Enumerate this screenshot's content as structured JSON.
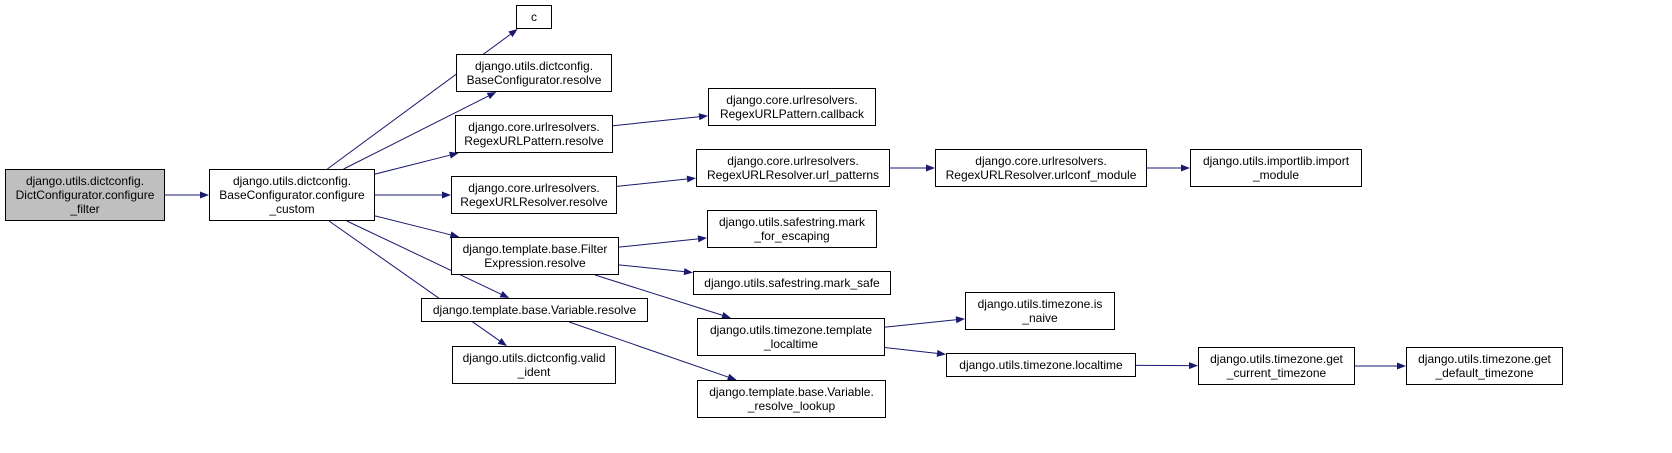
{
  "colors": {
    "edge": "#191970",
    "root_fill": "#bfbfbf",
    "node_fill": "#ffffff",
    "node_border": "#000000"
  },
  "nodes": [
    {
      "id": "configure_filter",
      "label": "django.utils.dictconfig.\nDictConfigurator.configure\n_filter",
      "root": true
    },
    {
      "id": "configure_custom",
      "label": "django.utils.dictconfig.\nBaseConfigurator.configure\n_custom"
    },
    {
      "id": "c",
      "label": "c"
    },
    {
      "id": "base_resolve",
      "label": "django.utils.dictconfig.\nBaseConfigurator.resolve"
    },
    {
      "id": "pattern_resolve",
      "label": "django.core.urlresolvers.\nRegexURLPattern.resolve"
    },
    {
      "id": "pattern_callback",
      "label": "django.core.urlresolvers.\nRegexURLPattern.callback"
    },
    {
      "id": "resolver_resolve",
      "label": "django.core.urlresolvers.\nRegexURLResolver.resolve"
    },
    {
      "id": "url_patterns",
      "label": "django.core.urlresolvers.\nRegexURLResolver.url_patterns"
    },
    {
      "id": "urlconf_module",
      "label": "django.core.urlresolvers.\nRegexURLResolver.urlconf_module"
    },
    {
      "id": "import_module",
      "label": "django.utils.importlib.import\n_module"
    },
    {
      "id": "filter_resolve",
      "label": "django.template.base.Filter\nExpression.resolve"
    },
    {
      "id": "mark_for_escaping",
      "label": "django.utils.safestring.mark\n_for_escaping"
    },
    {
      "id": "mark_safe",
      "label": "django.utils.safestring.mark_safe"
    },
    {
      "id": "variable_resolve",
      "label": "django.template.base.Variable.resolve"
    },
    {
      "id": "template_localtime",
      "label": "django.utils.timezone.template\n_localtime"
    },
    {
      "id": "is_naive",
      "label": "django.utils.timezone.is\n_naive"
    },
    {
      "id": "localtime",
      "label": "django.utils.timezone.localtime"
    },
    {
      "id": "get_current_timezone",
      "label": "django.utils.timezone.get\n_current_timezone"
    },
    {
      "id": "get_default_timezone",
      "label": "django.utils.timezone.get\n_default_timezone"
    },
    {
      "id": "valid_ident",
      "label": "django.utils.dictconfig.valid\n_ident"
    },
    {
      "id": "resolve_lookup",
      "label": "django.template.base.Variable.\n_resolve_lookup"
    }
  ],
  "edges": [
    [
      "configure_filter",
      "configure_custom"
    ],
    [
      "configure_custom",
      "c"
    ],
    [
      "configure_custom",
      "base_resolve"
    ],
    [
      "configure_custom",
      "pattern_resolve"
    ],
    [
      "configure_custom",
      "resolver_resolve"
    ],
    [
      "configure_custom",
      "filter_resolve"
    ],
    [
      "configure_custom",
      "variable_resolve"
    ],
    [
      "configure_custom",
      "valid_ident"
    ],
    [
      "pattern_resolve",
      "pattern_callback"
    ],
    [
      "resolver_resolve",
      "url_patterns"
    ],
    [
      "url_patterns",
      "urlconf_module"
    ],
    [
      "urlconf_module",
      "import_module"
    ],
    [
      "filter_resolve",
      "mark_for_escaping"
    ],
    [
      "filter_resolve",
      "mark_safe"
    ],
    [
      "filter_resolve",
      "template_localtime"
    ],
    [
      "template_localtime",
      "is_naive"
    ],
    [
      "template_localtime",
      "localtime"
    ],
    [
      "localtime",
      "get_current_timezone"
    ],
    [
      "get_current_timezone",
      "get_default_timezone"
    ],
    [
      "variable_resolve",
      "resolve_lookup"
    ]
  ]
}
